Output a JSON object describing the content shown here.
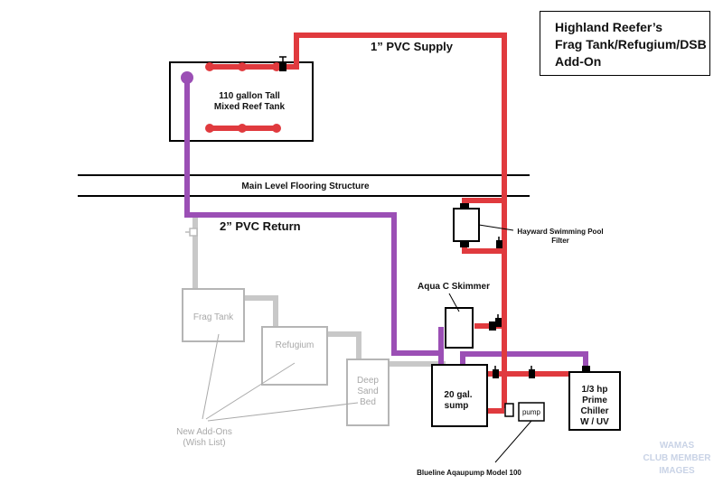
{
  "title": {
    "line1": "Highland Reefer’s",
    "line2": "Frag Tank/Refugium/DSB",
    "line3": "Add-On"
  },
  "labels": {
    "supply": "1” PVC Supply",
    "return": "2” PVC Return",
    "main_tank_line1": "110 gallon Tall",
    "main_tank_line2": "Mixed Reef Tank",
    "floor": "Main Level Flooring Structure",
    "filter_line1": "Hayward Swimming Pool",
    "filter_line2": "Filter",
    "skimmer": "Aqua C Skimmer",
    "sump_line1": "20 gal.",
    "sump_line2": "sump",
    "pump": "pump",
    "pump_caption": "Blueline Aqaupump Model 100",
    "chiller_line1": "1/3 hp",
    "chiller_line2": "Prime",
    "chiller_line3": "Chiller",
    "chiller_line4": "W / UV",
    "frag_tank": "Frag Tank",
    "refugium": "Refugium",
    "dsb_line1": "Deep",
    "dsb_line2": "Sand",
    "dsb_line3": "Bed",
    "addons_line1": "New Add-Ons",
    "addons_line2": "(Wish List)"
  },
  "watermark": {
    "line1": "WAMAS",
    "line2": "CLUB MEMBER",
    "line3": "IMAGES"
  },
  "colors": {
    "supply_pipe": "#e03a3e",
    "return_pipe": "#9b4fb5",
    "planned_pipe": "#c8c8c8",
    "planned_text": "#b0b0b0",
    "watermark": "#c9d3e6"
  }
}
